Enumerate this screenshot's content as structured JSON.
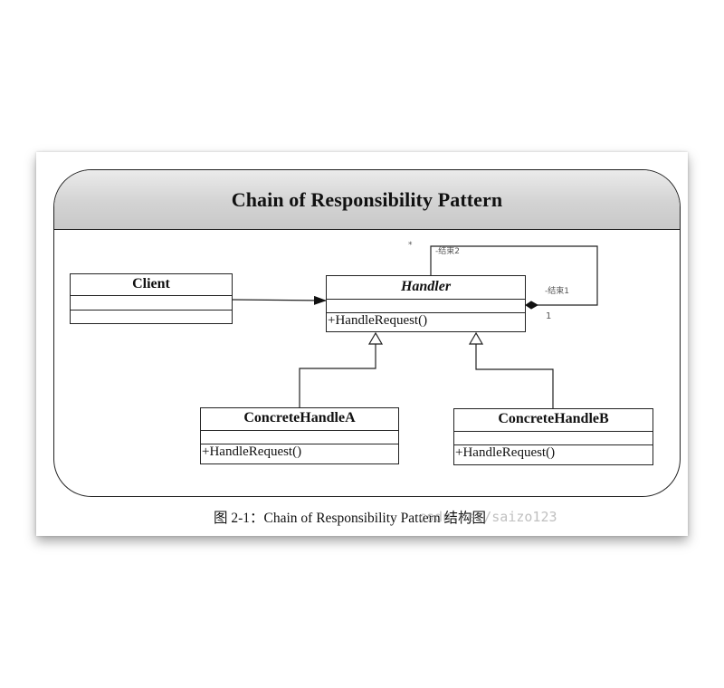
{
  "diagram": {
    "title": "Chain of Responsibility Pattern",
    "classes": {
      "client": {
        "name": "Client",
        "operations": ""
      },
      "handler": {
        "name": "Handler",
        "operations": "+HandleRequest()"
      },
      "concrete_a": {
        "name": "ConcreteHandleA",
        "operations": "+HandleRequest()"
      },
      "concrete_b": {
        "name": "ConcreteHandleB",
        "operations": "+HandleRequest()"
      }
    },
    "association": {
      "role_2": "-结束2",
      "role_1": "-结束1",
      "multiplicity_top": "*",
      "multiplicity_bottom": "1"
    }
  },
  "caption": "图 2-1：Chain of Responsibility Pattern 结构图",
  "watermark": "csdn.net/saizo123"
}
